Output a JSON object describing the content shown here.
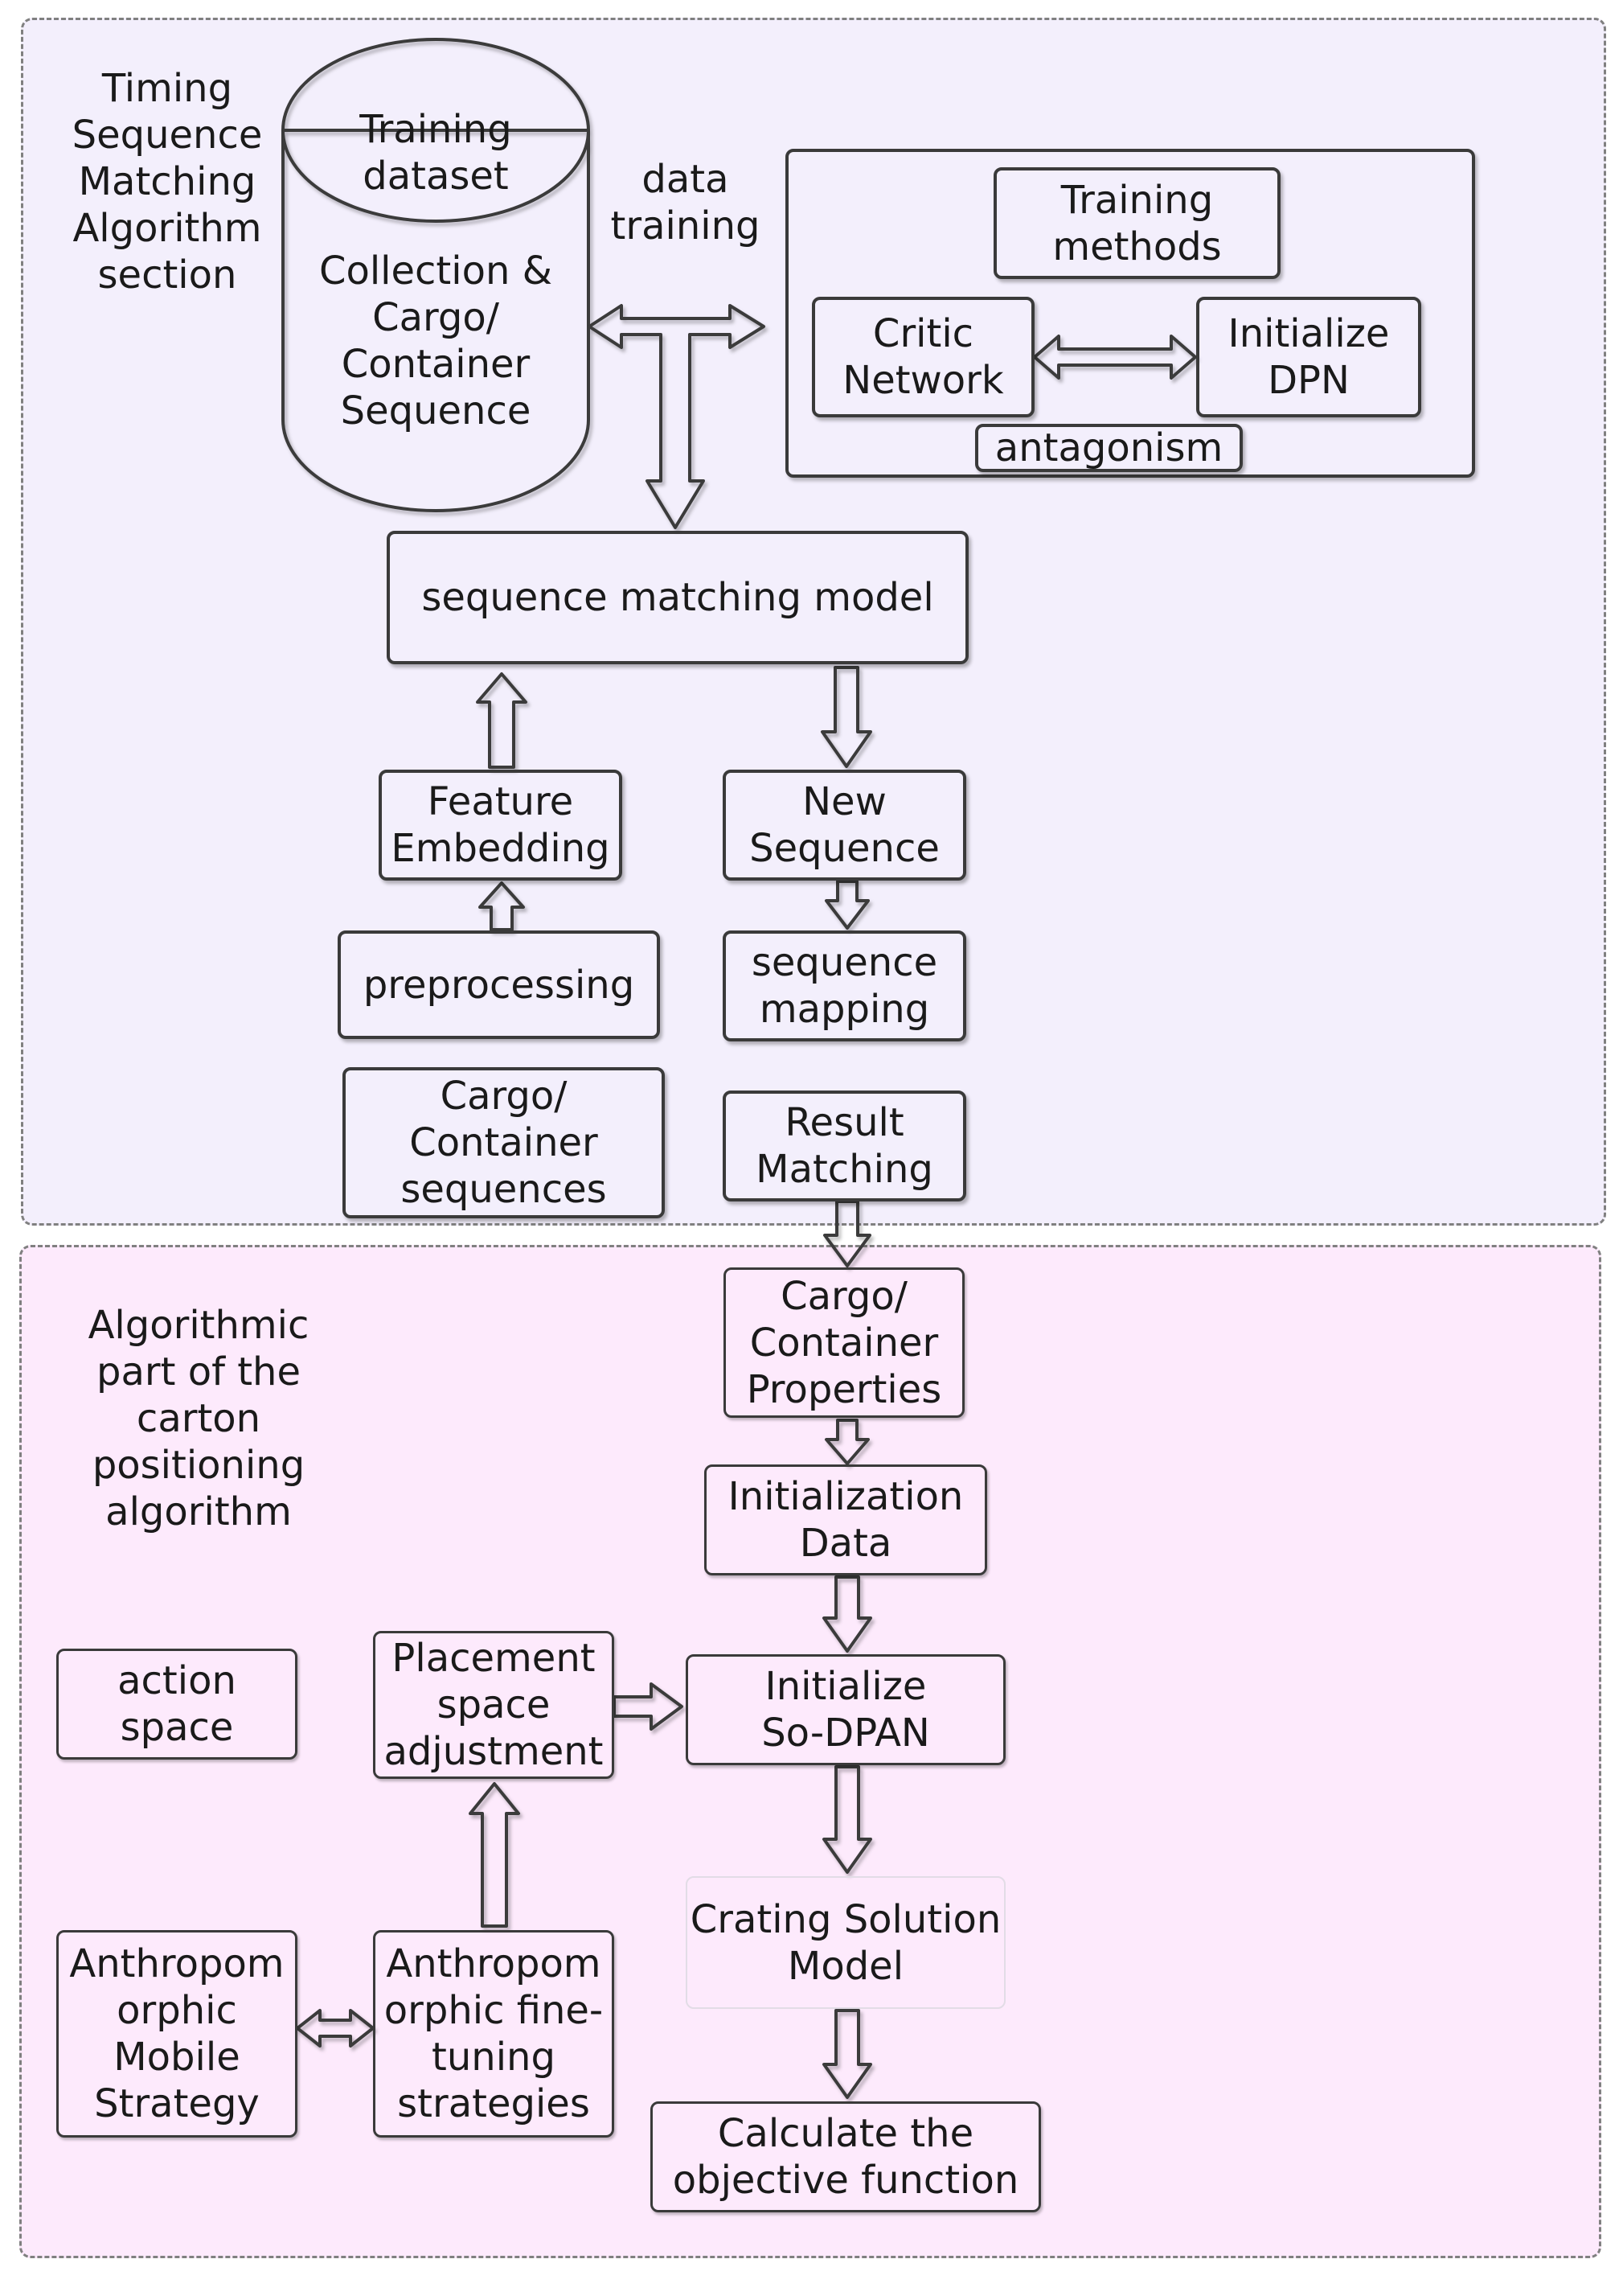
{
  "sections": {
    "top_title": "Timing\nSequence\nMatching\nAlgorithm\nsection",
    "bottom_title": "Algorithmic\npart of the\ncarton\npositioning\nalgorithm"
  },
  "cylinder": {
    "top_label": "Training\ndataset",
    "body_label": "Collection &\nCargo/\nContainer\nSequence"
  },
  "data_training_label": "data\ntraining",
  "training": {
    "methods": "Training\nmethods",
    "critic": "Critic\nNetwork",
    "init_dpn": "Initialize\nDPN",
    "antagonism": "antagonism"
  },
  "top_flow": {
    "sequence_matching_model": "sequence matching model",
    "feature_embedding": "Feature\nEmbedding",
    "preprocessing": "preprocessing",
    "cargo_container_sequences": "Cargo/\nContainer\nsequences",
    "new_sequence": "New\nSequence",
    "sequence_mapping": "sequence\nmapping",
    "result_matching": "Result\nMatching"
  },
  "bottom_flow": {
    "cargo_container_properties": "Cargo/\nContainer\nProperties",
    "initialization_data": "Initialization\nData",
    "initialize_so_dpan": "Initialize\nSo-DPAN",
    "crating_solution_model": "Crating Solution\nModel",
    "calculate_objective": "Calculate the\nobjective function",
    "action_space": "action\nspace",
    "placement_space_adjustment": "Placement\nspace\nadjustment",
    "anthropomorphic_mobile_strategy": "Anthropom\norphic\nMobile\nStrategy",
    "anthropomorphic_fine_tuning": "Anthropom\norphic fine-\ntuning\nstrategies"
  }
}
